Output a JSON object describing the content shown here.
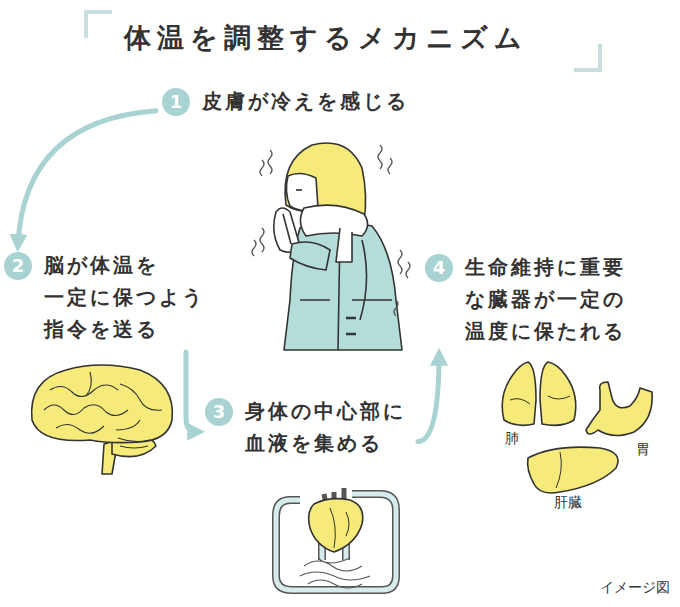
{
  "diagram": {
    "title": "体温を調整するメカニズム",
    "caption": "イメージ図",
    "nodes": [
      {
        "text": [
          "1",
          "皮膚が冷えを感じる"
        ]
      },
      {
        "text": [
          "2",
          "脳が体温を 一定に保つよう 指令を送る"
        ]
      },
      {
        "text": [
          "3",
          "身体の中心部に 血液を集める"
        ]
      },
      {
        "text": [
          "4",
          "生命維持に重要 な臓器が一定の 温度に保たれる"
        ]
      }
    ],
    "edges": [
      {
        "from": 0,
        "to": 1,
        "arrow": "to"
      },
      {
        "from": 1,
        "to": 2,
        "arrow": "to"
      },
      {
        "from": 2,
        "to": 3,
        "arrow": "to"
      }
    ],
    "labels": [
      "肺",
      "胃",
      "肝臓"
    ]
  }
}
